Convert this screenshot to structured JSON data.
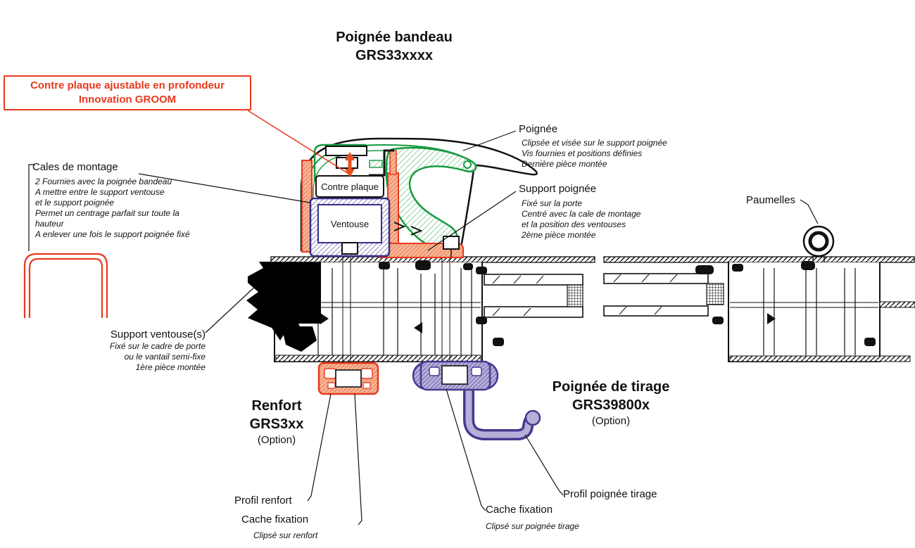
{
  "colors": {
    "red": "#e8391d",
    "green": "#169a3f",
    "purple": "#453a8f",
    "navy": "#343087",
    "purple_fill": "#b7afd8",
    "orange_fill": "#f6b598",
    "ink": "#111111"
  },
  "title": {
    "line1": "Poignée bandeau",
    "line2": "GRS33xxxx"
  },
  "callout_box": {
    "line1": "Contre plaque ajustable en profondeur",
    "line2": "Innovation GROOM"
  },
  "labels": {
    "cales": {
      "title": "Cales de montage",
      "desc": "2 Fournies avec la poignée bandeau\nA mettre entre le support ventouse\net le support poignée\nPermet un centrage parfait sur toute la\nhauteur\nA enlever une fois le support poignée fixé"
    },
    "poignee": {
      "title": "Poignée",
      "desc": "Clipsée et visée sur le support poignée\nVis fournies et positions définies\nDernière pièce montée"
    },
    "support_poignee": {
      "title": "Support poignée",
      "desc": "Fixé sur la porte\nCentré avec la cale de montage\net la position des ventouses\n2ème pièce montée"
    },
    "paumelles": {
      "title": "Paumelles"
    },
    "support_ventouse": {
      "title": "Support ventouse(s)",
      "desc": "Fixé sur le cadre de porte\nou le vantail semi-fixe\n1ère pièce montée"
    },
    "renfort": {
      "line1": "Renfort",
      "line2": "GRS3xx",
      "option": "(Option)"
    },
    "tirage": {
      "line1": "Poignée de tirage",
      "line2": "GRS39800x",
      "option": "(Option)"
    },
    "profil_renfort": {
      "title": "Profil renfort"
    },
    "cache_fixation_renfort": {
      "title": "Cache fixation",
      "desc": "Clipsé sur renfort"
    },
    "cache_fixation_tirage": {
      "title": "Cache fixation",
      "desc": "Clipsé sur poignée tirage"
    },
    "profil_tirage": {
      "title": "Profil poignée tirage"
    }
  },
  "diagram": {
    "contre_plaque": "Contre plaque",
    "ventouse": "Ventouse"
  }
}
